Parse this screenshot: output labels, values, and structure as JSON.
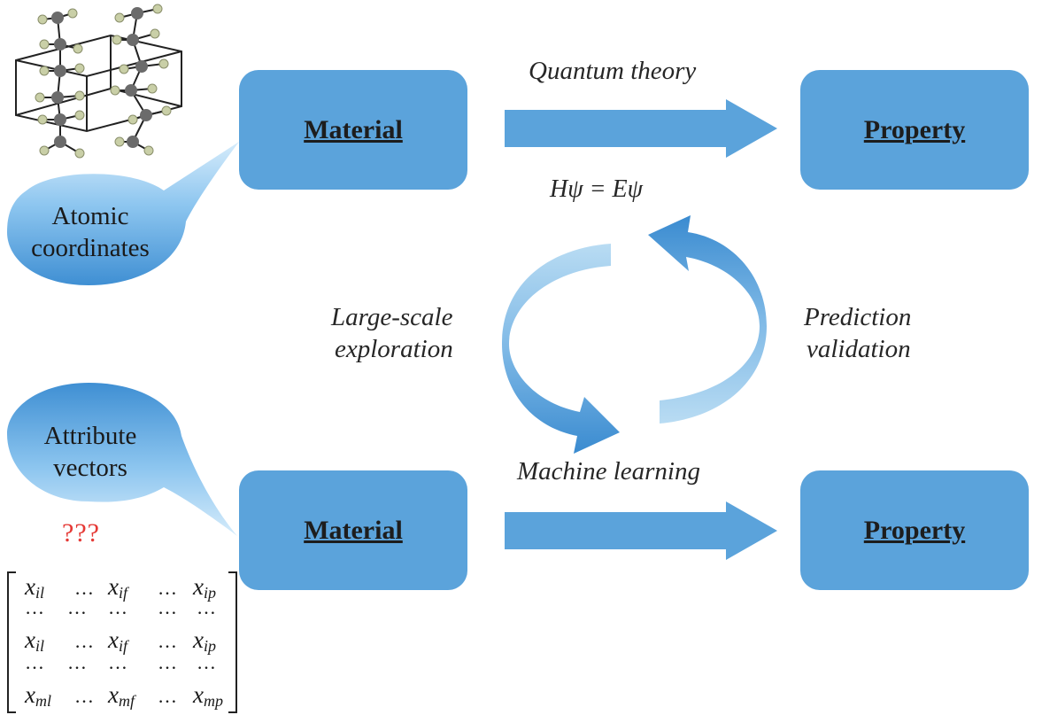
{
  "boxes": {
    "material_top": "Material",
    "property_top": "Property",
    "material_bottom": "Material",
    "property_bottom": "Property"
  },
  "arrows": {
    "top_label": "Quantum theory",
    "bottom_label": "Machine learning"
  },
  "equation": "Hψ = Eψ",
  "cycle": {
    "left_label_line1": "Large-scale",
    "left_label_line2": "exploration",
    "right_label_line1": "Prediction",
    "right_label_line2": "validation"
  },
  "bubbles": {
    "top_line1": "Atomic",
    "top_line2": "coordinates",
    "bottom_line1": "Attribute",
    "bottom_line2": "vectors"
  },
  "question_marks": "???",
  "matrix": {
    "rows": [
      [
        {
          "b": "x",
          "s": "il"
        },
        {
          "d": "…"
        },
        {
          "b": "x",
          "s": "if"
        },
        {
          "d": "…"
        },
        {
          "b": "x",
          "s": "ip"
        }
      ],
      "dots",
      [
        {
          "b": "x",
          "s": "il"
        },
        {
          "d": "…"
        },
        {
          "b": "x",
          "s": "if"
        },
        {
          "d": "…"
        },
        {
          "b": "x",
          "s": "ip"
        }
      ],
      "dots",
      [
        {
          "b": "x",
          "s": "ml"
        },
        {
          "d": "…"
        },
        {
          "b": "x",
          "s": "mf"
        },
        {
          "d": "…"
        },
        {
          "b": "x",
          "s": "mp"
        }
      ]
    ]
  },
  "colors": {
    "box": "#5ba3db",
    "arrow": "#5ba3db",
    "cycle_dark": "#3f8fd3",
    "cycle_light": "#a9d2f0",
    "bubble_light": "#9ccdf0",
    "bubble_dark": "#3f8fd3",
    "question_marks": "#e53935"
  }
}
